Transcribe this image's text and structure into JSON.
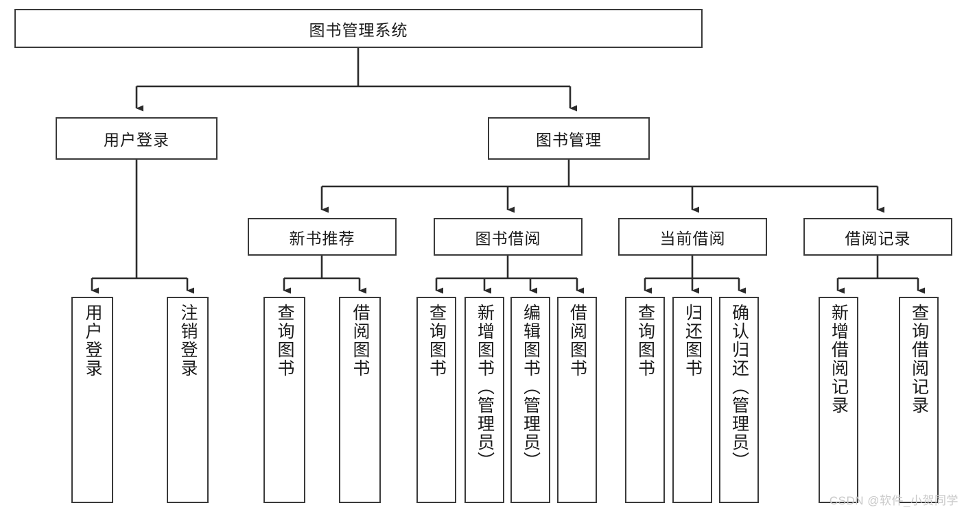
{
  "diagram": {
    "type": "tree-flowchart",
    "title": "图书管理系统",
    "orientation": "top-down",
    "watermark": "CSDN @软件_小贺同学",
    "colors": {
      "box_border": "#3a3a3a",
      "box_fill": "#ffffff",
      "edge": "#2b2b2b",
      "text": "#1a1a1a",
      "watermark": "#c9c9c9"
    },
    "nodes": {
      "root": {
        "label": "图书管理系统"
      },
      "level2": [
        {
          "id": "user-login",
          "label": "用户登录"
        },
        {
          "id": "book-management",
          "label": "图书管理"
        }
      ],
      "level3": [
        {
          "id": "new-book-recommend",
          "label": "新书推荐"
        },
        {
          "id": "book-borrow",
          "label": "图书借阅"
        },
        {
          "id": "current-borrow",
          "label": "当前借阅"
        },
        {
          "id": "borrow-record",
          "label": "借阅记录"
        }
      ],
      "leaves": {
        "user-login": [
          {
            "id": "leaf-user-login",
            "label": "用户登录"
          },
          {
            "id": "leaf-logout-login",
            "label": "注销登录"
          }
        ],
        "new-book-recommend": [
          {
            "id": "leaf-query-book-1",
            "label": "查询图书"
          },
          {
            "id": "leaf-borrow-book-1",
            "label": "借阅图书"
          }
        ],
        "book-borrow": [
          {
            "id": "leaf-query-book-2",
            "label": "查询图书"
          },
          {
            "id": "leaf-add-book",
            "label": "新增图书（管理员）"
          },
          {
            "id": "leaf-edit-book",
            "label": "编辑图书（管理员）"
          },
          {
            "id": "leaf-borrow-book-2",
            "label": "借阅图书"
          }
        ],
        "current-borrow": [
          {
            "id": "leaf-query-book-3",
            "label": "查询图书"
          },
          {
            "id": "leaf-return-book",
            "label": "归还图书"
          },
          {
            "id": "leaf-confirm-return",
            "label": "确认归还（管理员）"
          }
        ],
        "borrow-record": [
          {
            "id": "leaf-add-record",
            "label": "新增借阅记录"
          },
          {
            "id": "leaf-query-record",
            "label": "查询借阅记录"
          }
        ]
      }
    }
  }
}
